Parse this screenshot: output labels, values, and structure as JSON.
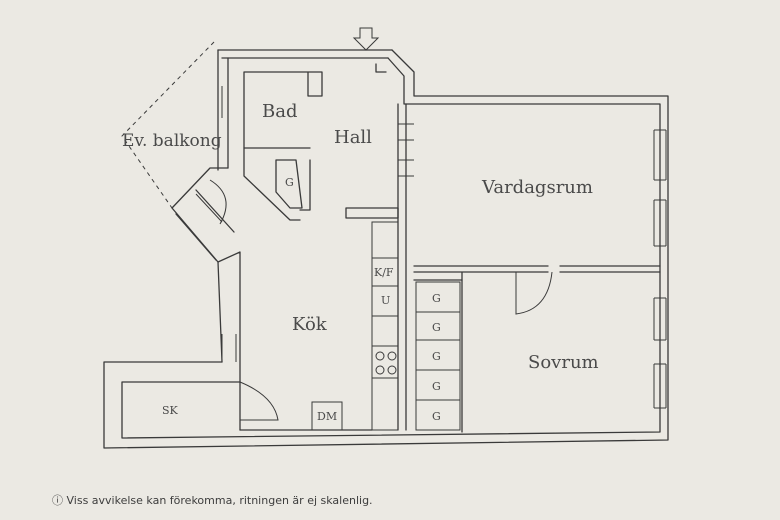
{
  "rooms": {
    "bad": "Bad",
    "hall": "Hall",
    "balkong": "Ev. balkong",
    "vardagsrum": "Vardagsrum",
    "kok": "Kök",
    "sovrum": "Sovrum"
  },
  "labels": {
    "g": "G",
    "kf": "K/F",
    "u": "U",
    "sk": "SK",
    "dm": "DM"
  },
  "footer": {
    "icon": "ⓘ",
    "disclaimer": "Viss avvikelse kan förekomma, ritningen är ej skalenlig."
  }
}
